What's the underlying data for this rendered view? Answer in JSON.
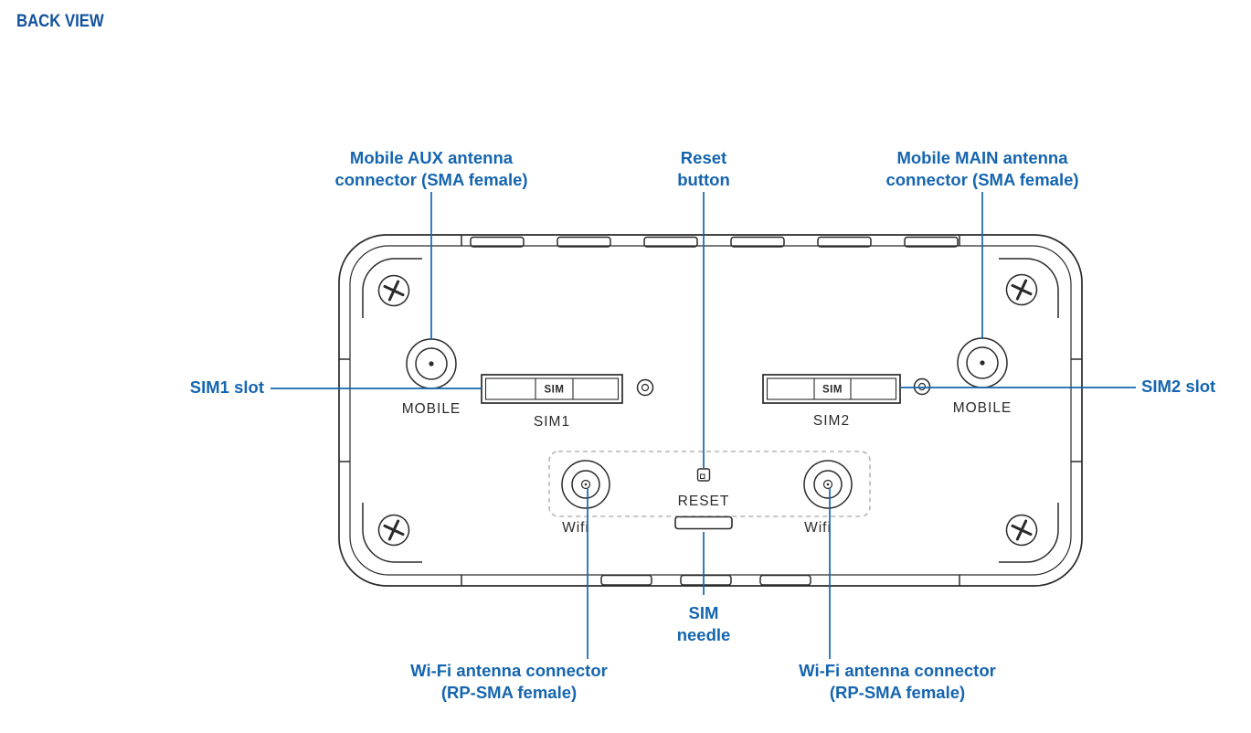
{
  "page": {
    "title": "BACK VIEW"
  },
  "colors": {
    "accent": "#1565af",
    "heading": "#11519e",
    "line": "#2b2a2a",
    "dash": "#a6a6a6",
    "background": "#ffffff"
  },
  "callouts": {
    "mobile_aux": {
      "line1": "Mobile AUX antenna",
      "line2": "connector (SMA female)"
    },
    "reset": {
      "line1": "Reset",
      "line2": "button"
    },
    "mobile_main": {
      "line1": "Mobile MAIN antenna",
      "line2": "connector (SMA female)"
    },
    "sim1": "SIM1 slot",
    "sim2": "SIM2 slot",
    "sim_needle": {
      "line1": "SIM",
      "line2": "needle"
    },
    "wifi_left": {
      "line1": "Wi-Fi antenna connector",
      "line2": "(RP-SMA female)"
    },
    "wifi_right": {
      "line1": "Wi-Fi antenna connector",
      "line2": "(RP-SMA female)"
    }
  },
  "device": {
    "mobile_label": "MOBILE",
    "sim_tray_label": "SIM",
    "sim1_label": "SIM1",
    "sim2_label": "SIM2",
    "reset_label": "RESET",
    "wifi_label": "Wifi"
  }
}
